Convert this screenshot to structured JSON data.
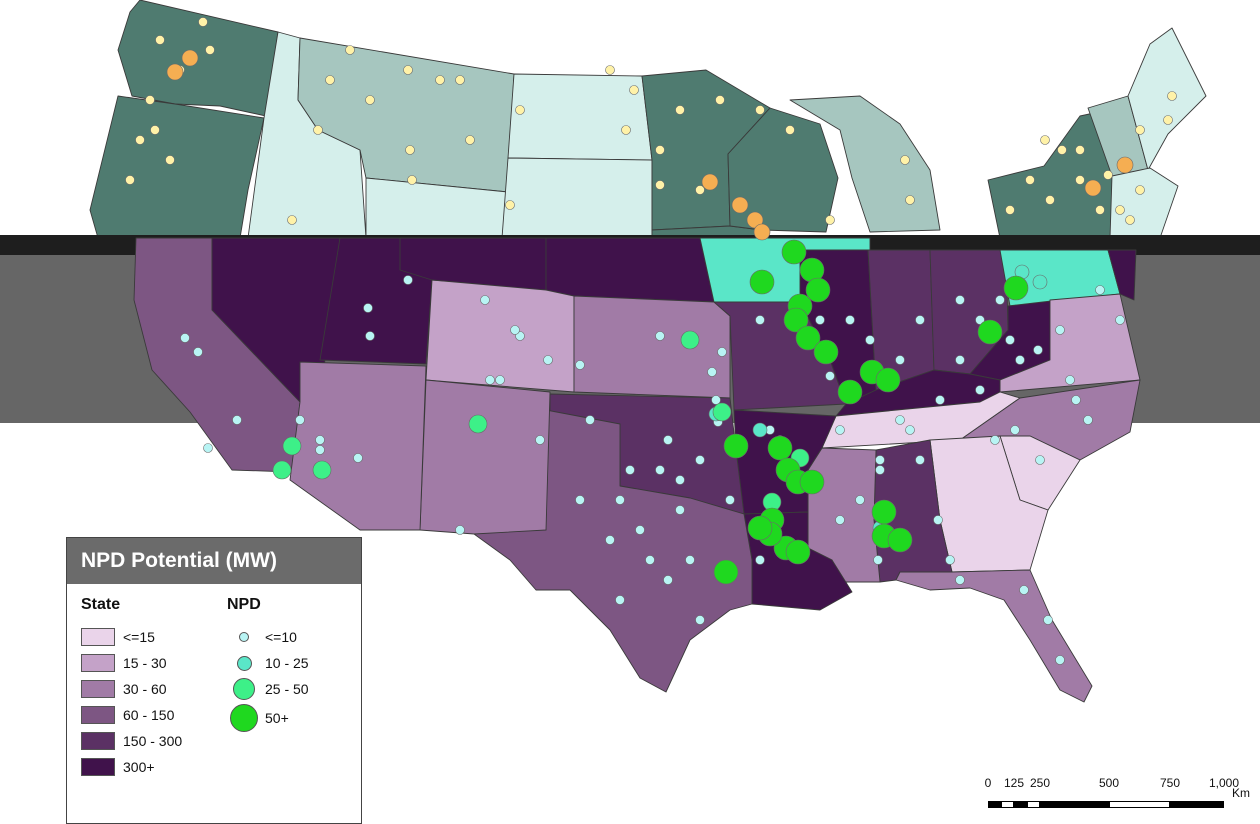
{
  "legend": {
    "title": "NPD Potential (MW)",
    "state_heading": "State",
    "npd_heading": "NPD",
    "state_classes": [
      {
        "label": "<=15",
        "color": "#ead4ea"
      },
      {
        "label": "15 - 30",
        "color": "#c4a2c8"
      },
      {
        "label": "30 - 60",
        "color": "#a17ba6"
      },
      {
        "label": "60 - 150",
        "color": "#7d5683"
      },
      {
        "label": "150 - 300",
        "color": "#5b3164"
      },
      {
        "label": "300+",
        "color": "#40124b"
      }
    ],
    "npd_classes": [
      {
        "label": "<=10",
        "color": "#b8f4f4"
      },
      {
        "label": "10 - 25",
        "color": "#5ae6c8"
      },
      {
        "label": "25 - 50",
        "color": "#3df088"
      },
      {
        "label": "50+",
        "color": "#1fd81f"
      }
    ]
  },
  "scale_bar": {
    "ticks": [
      "0",
      "125",
      "250",
      "500",
      "750",
      "1,000"
    ],
    "unit": "Km"
  },
  "map_colors": {
    "background": "#ffffff",
    "overlay_band": "#666666",
    "overlay_band_top": "#1e1e1e",
    "upper_state_teal_dark": "#4f7b70",
    "upper_state_teal_mid": "#a6c6bf",
    "upper_state_teal_light": "#d5efeb",
    "upper_dot": "#fff2a8",
    "upper_dot_large": "#f5ae52"
  }
}
